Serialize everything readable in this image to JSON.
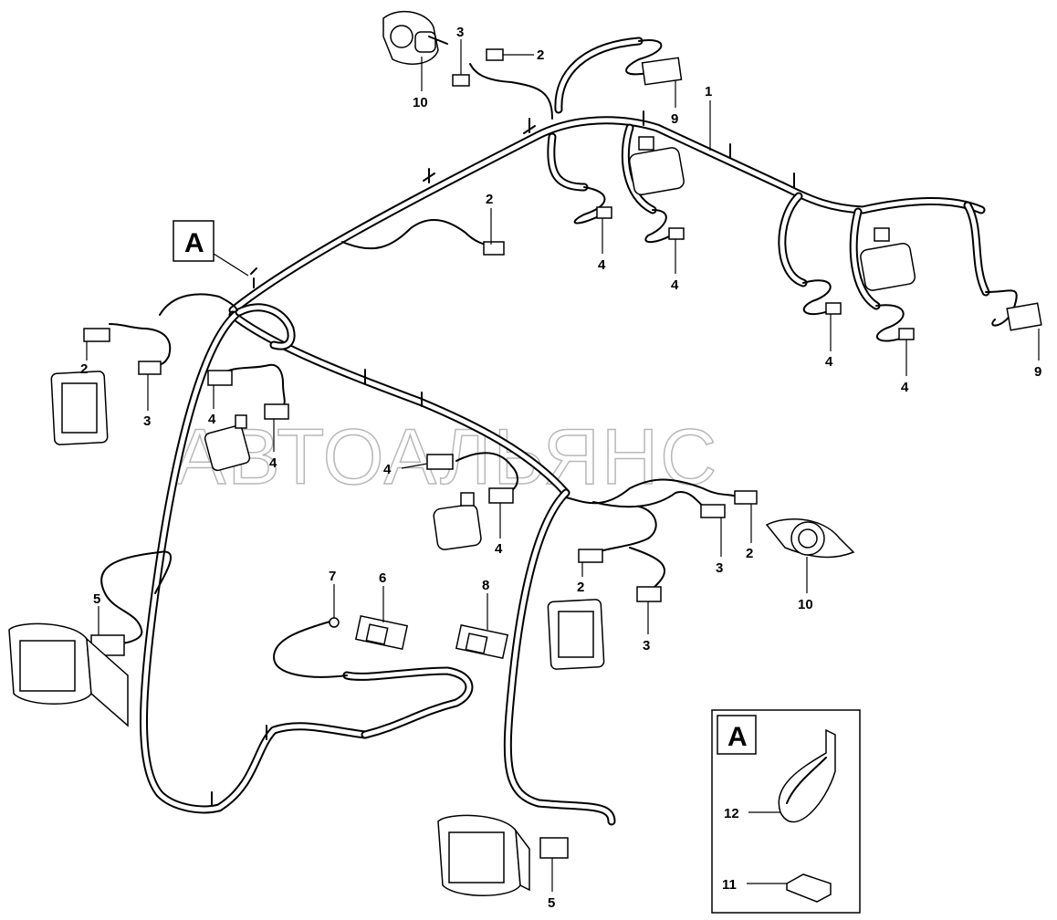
{
  "watermark": "АВТОАЛЬЯНС",
  "section_marker": "A",
  "detail_box": {
    "title": "A",
    "items": [
      "12",
      "11"
    ]
  },
  "callouts": {
    "c10_top": "10",
    "c3_top": "3",
    "c2_top": "2",
    "c9_top": "9",
    "c1": "1",
    "c2_mid": "2",
    "c4_a": "4",
    "c4_b": "4",
    "c4_c": "4",
    "c4_d": "4",
    "c9_right": "9",
    "c2_left": "2",
    "c3_left": "3",
    "c4_e": "4",
    "c4_f": "4",
    "c4_g": "4",
    "c4_h": "4",
    "c3_right": "3",
    "c2_right": "2",
    "c10_right": "10",
    "c2_lower": "2",
    "c3_lower": "3",
    "c7": "7",
    "c6": "6",
    "c8": "8",
    "c5_left": "5",
    "c5_bottom": "5"
  }
}
